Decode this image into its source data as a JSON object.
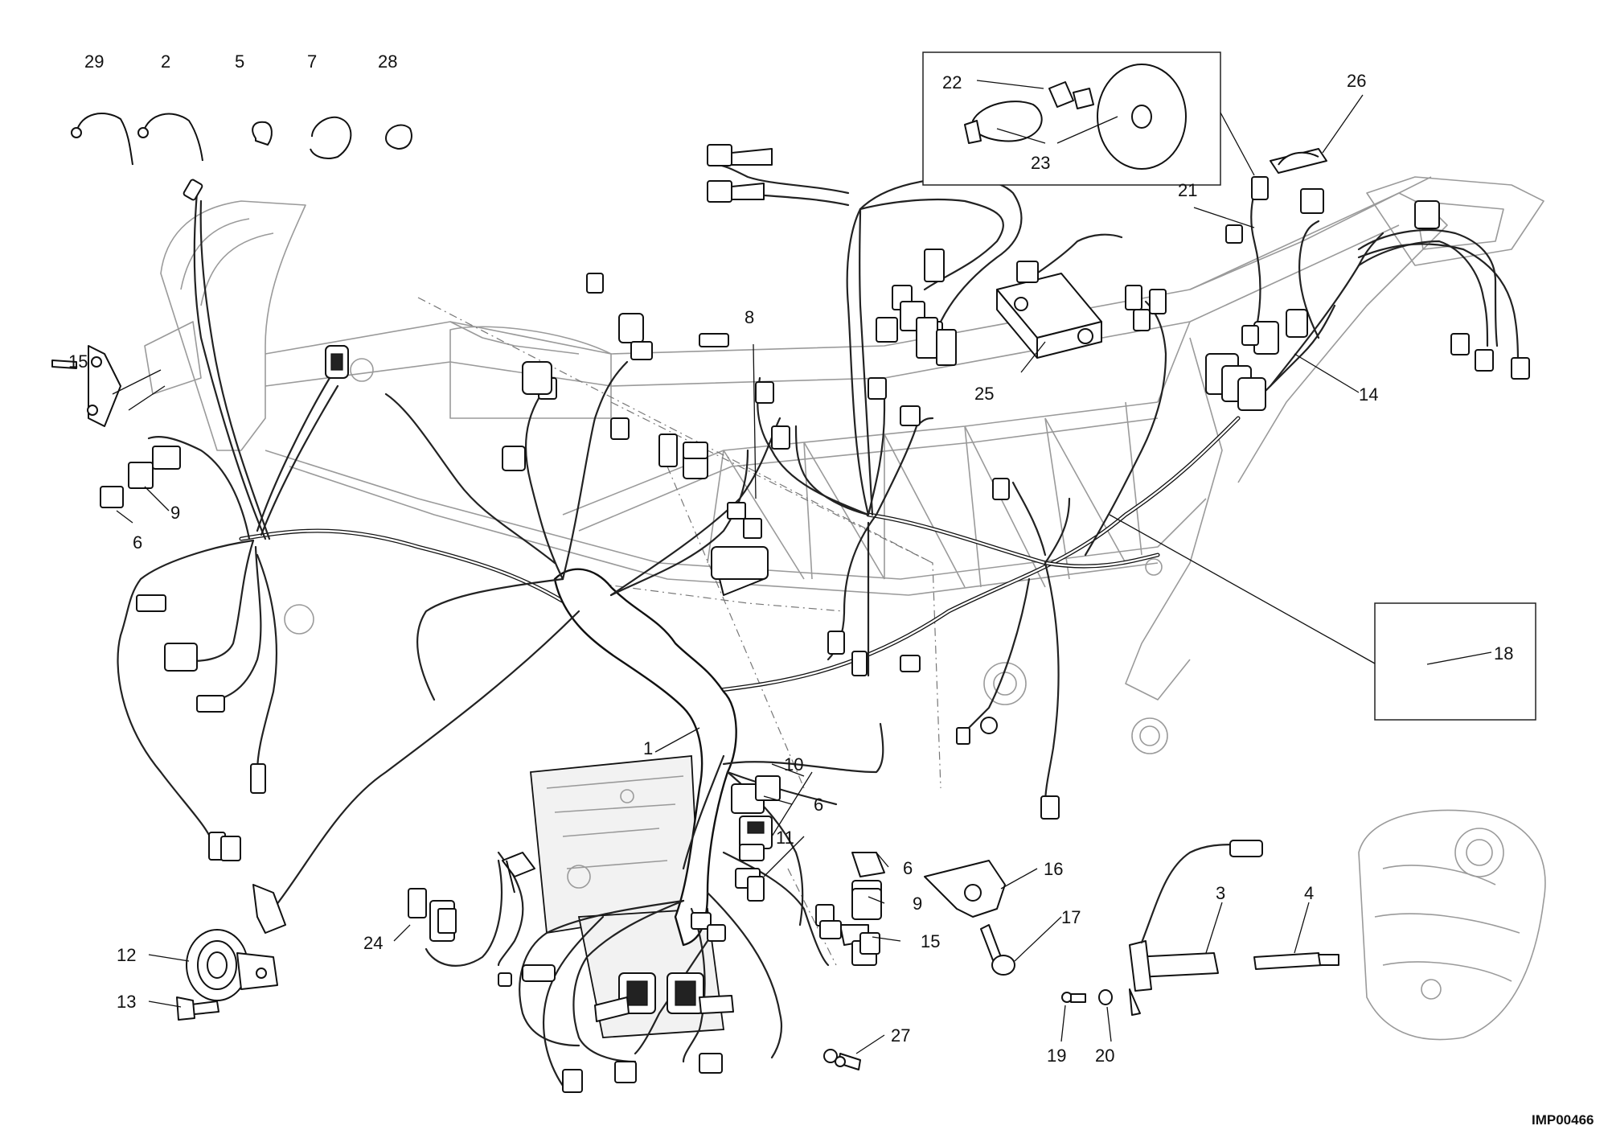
{
  "diagram": {
    "drawing_code": "IMP00466",
    "callouts": [
      {
        "id": "c29",
        "label": "29"
      },
      {
        "id": "c2",
        "label": "2"
      },
      {
        "id": "c5",
        "label": "5"
      },
      {
        "id": "c7",
        "label": "7"
      },
      {
        "id": "c28",
        "label": "28"
      },
      {
        "id": "c22",
        "label": "22"
      },
      {
        "id": "c23",
        "label": "23"
      },
      {
        "id": "c26",
        "label": "26"
      },
      {
        "id": "c21",
        "label": "21"
      },
      {
        "id": "c25",
        "label": "25"
      },
      {
        "id": "c14",
        "label": "14"
      },
      {
        "id": "c15a",
        "label": "15"
      },
      {
        "id": "c9a",
        "label": "9"
      },
      {
        "id": "c6a",
        "label": "6"
      },
      {
        "id": "c8",
        "label": "8"
      },
      {
        "id": "c18",
        "label": "18"
      },
      {
        "id": "c1",
        "label": "1"
      },
      {
        "id": "c10",
        "label": "10"
      },
      {
        "id": "c6b",
        "label": "6"
      },
      {
        "id": "c11",
        "label": "11"
      },
      {
        "id": "c6c",
        "label": "6"
      },
      {
        "id": "c9b",
        "label": "9"
      },
      {
        "id": "c15b",
        "label": "15"
      },
      {
        "id": "c16",
        "label": "16"
      },
      {
        "id": "c17",
        "label": "17"
      },
      {
        "id": "c3",
        "label": "3"
      },
      {
        "id": "c4",
        "label": "4"
      },
      {
        "id": "c12",
        "label": "12"
      },
      {
        "id": "c13",
        "label": "13"
      },
      {
        "id": "c24",
        "label": "24"
      },
      {
        "id": "c27",
        "label": "27"
      },
      {
        "id": "c19",
        "label": "19"
      },
      {
        "id": "c20",
        "label": "20"
      }
    ]
  }
}
